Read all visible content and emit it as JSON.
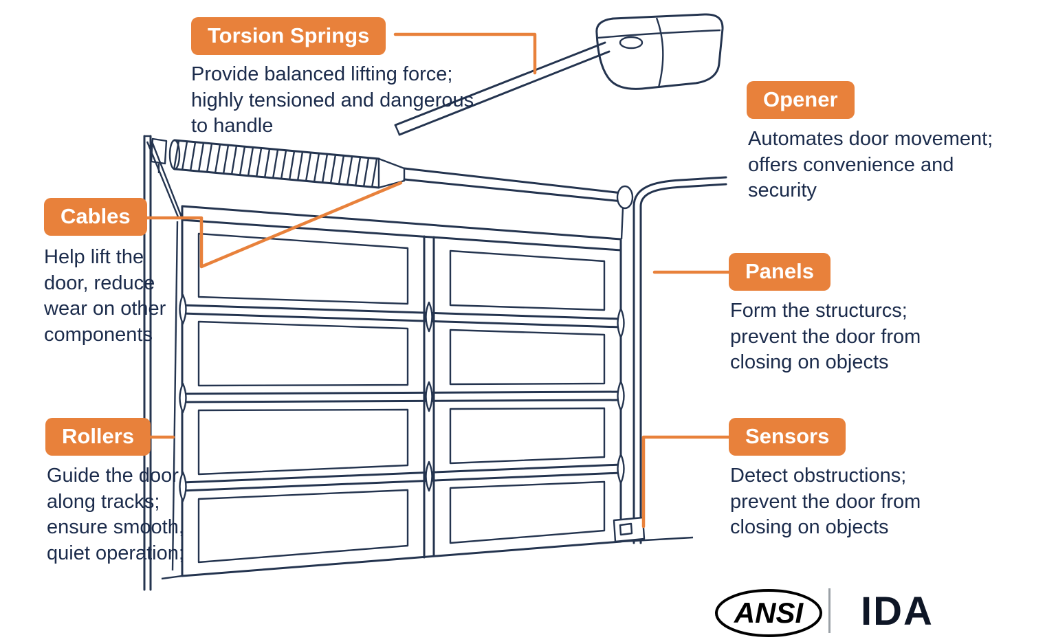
{
  "colors": {
    "accent": "#E8813B",
    "line": "#24344F",
    "text": "#1B2B4B"
  },
  "callouts": {
    "torsion_springs": {
      "label": "Torsion Springs",
      "description": "Provide balanced lifting force; highly tensioned and dangerous to handle"
    },
    "opener": {
      "label": "Opener",
      "description": "Automates door movement; offers convenience and security"
    },
    "cables": {
      "label": "Cables",
      "description": "Help lift the door, reduce wear on other components"
    },
    "panels": {
      "label": "Panels",
      "description": "Form the structurcs; prevent the door from closing on objects"
    },
    "rollers": {
      "label": "Rollers",
      "description": "Guide the door along tracks; ensure smooth, quiet operation;"
    },
    "sensors": {
      "label": "Sensors",
      "description": "Detect obstructions; prevent the door from closing on objects"
    }
  },
  "footer": {
    "ansi_logo_text": "ANSI",
    "ida_logo_text": "IDA"
  },
  "illustration": {
    "parts": [
      "torsion-spring",
      "torsion-shaft",
      "opener-rail",
      "opener-unit",
      "door-panels",
      "roller-hinges",
      "left-track",
      "right-track",
      "cable",
      "sensor"
    ]
  }
}
